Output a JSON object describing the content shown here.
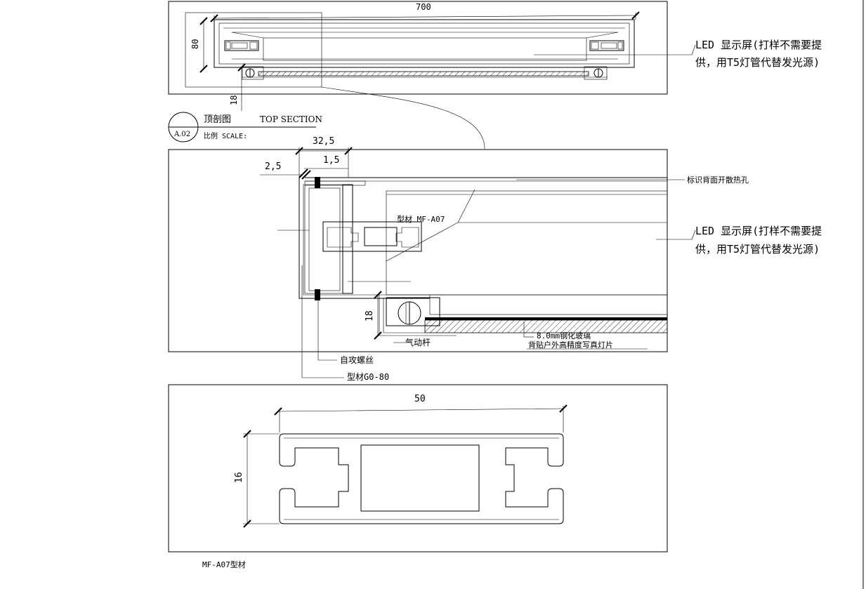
{
  "top_section": {
    "dim_width": "700",
    "dim_height": "80",
    "dim_small": "18",
    "led_note_line1": "LED 显示屏(打样不需要提",
    "led_note_line2": "供，用T5灯管代替发光源)"
  },
  "title_block": {
    "ref_code": "A.02",
    "title_cn": "顶剖图",
    "title_en": "TOP SECTION",
    "scale": "比例 SCALE:"
  },
  "detail": {
    "dim_32_5": "32,5",
    "dim_1_5": "1,5",
    "dim_2_5": "2,5",
    "dim_18": "18",
    "label_vent": "标识背面开散热孔",
    "label_profile_a07": "型材 MF-A07",
    "led_note_line1": "LED 显示屏(打样不需要提",
    "led_note_line2": "供，用T5灯管代替发光源)",
    "label_glass": "8.0mm钢化玻璃",
    "label_film": "背贴户外高精度写真灯片",
    "label_strut": "气动杆",
    "label_screw": "自攻螺丝",
    "label_profile_g0": "型材G0-80"
  },
  "profile": {
    "dim_width": "50",
    "dim_height": "16",
    "caption": "MF-A07型材"
  }
}
